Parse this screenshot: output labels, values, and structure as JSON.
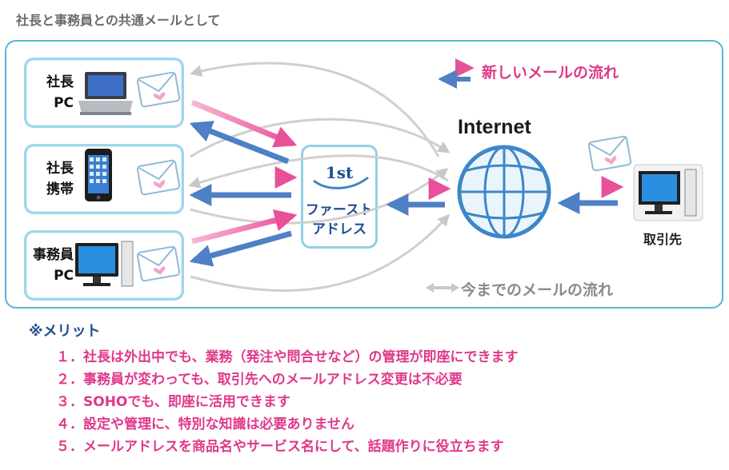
{
  "title": "社長と事務員との共通メールとして",
  "devices": [
    {
      "line1": "社長",
      "line2": "PC"
    },
    {
      "line1": "社長",
      "line2": "携帯"
    },
    {
      "line1": "事務員",
      "line2": "PC"
    }
  ],
  "center": {
    "logo": "1st",
    "line1": "ファースト",
    "line2": "アドレス"
  },
  "internet_label": "Internet",
  "client_label": "取引先",
  "legend": {
    "new_flow": "新しいメールの流れ",
    "old_flow": "今までのメールの流れ"
  },
  "colors": {
    "new_flow": "#e8509a",
    "new_flow_return": "#4f7fc4",
    "old_flow": "#c8c8c8",
    "border": "#54b7d6"
  },
  "icons": [
    "laptop-icon",
    "smartphone-icon",
    "desktop-monitor-icon",
    "envelope-icon",
    "globe-icon"
  ],
  "merits": {
    "heading": "※メリット",
    "items": [
      "１．社長は外出中でも、業務（発注や問合せなど）の管理が即座にできます",
      "２．事務員が変わっても、取引先へのメールアドレス変更は不必要",
      "３．SOHOでも、即座に活用できます",
      "４．設定や管理に、特別な知識は必要ありません",
      "５．メールアドレスを商品名やサービス名にして、話題作りに役立ちます"
    ]
  }
}
